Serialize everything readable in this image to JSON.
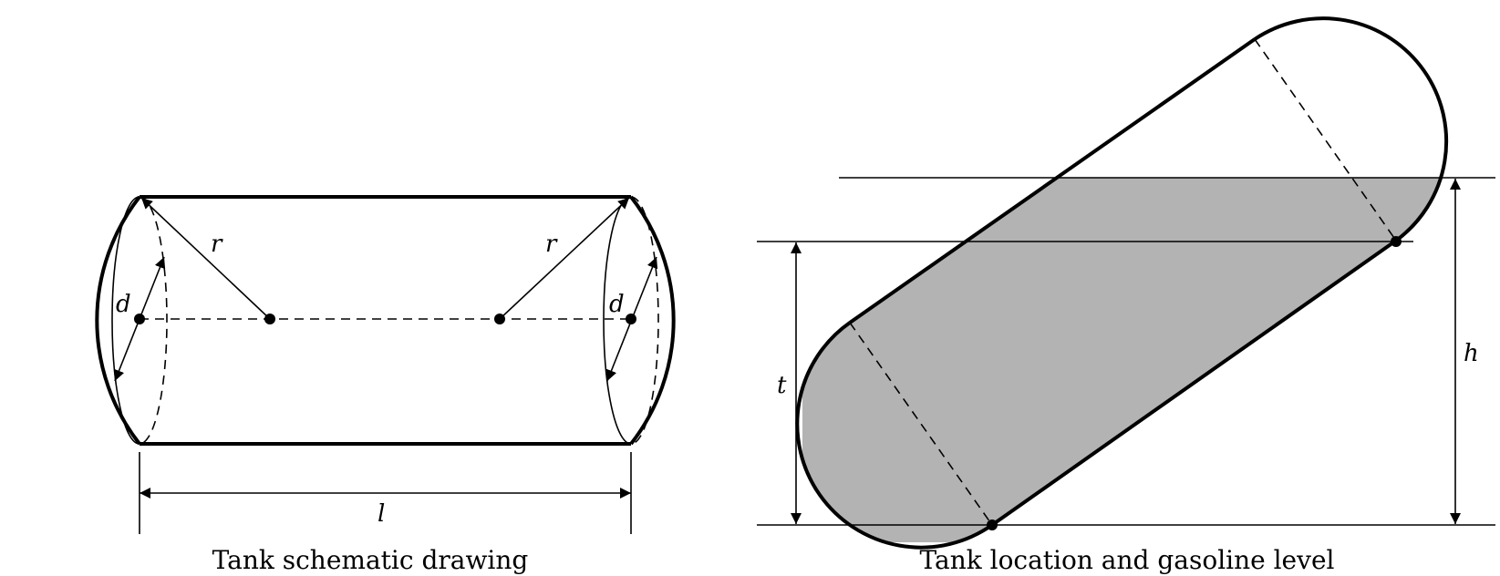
{
  "left_figure": {
    "caption": "Tank schematic drawing",
    "labels": {
      "r_left": "r",
      "r_right": "r",
      "d_left": "d",
      "d_right": "d",
      "length": "l"
    }
  },
  "right_figure": {
    "caption": "Tank location and gasoline level",
    "labels": {
      "tilt": "t",
      "height": "h"
    },
    "colors": {
      "gasoline_fill": "#b3b3b3"
    }
  },
  "colors": {
    "stroke": "#000000",
    "background": "#ffffff"
  }
}
